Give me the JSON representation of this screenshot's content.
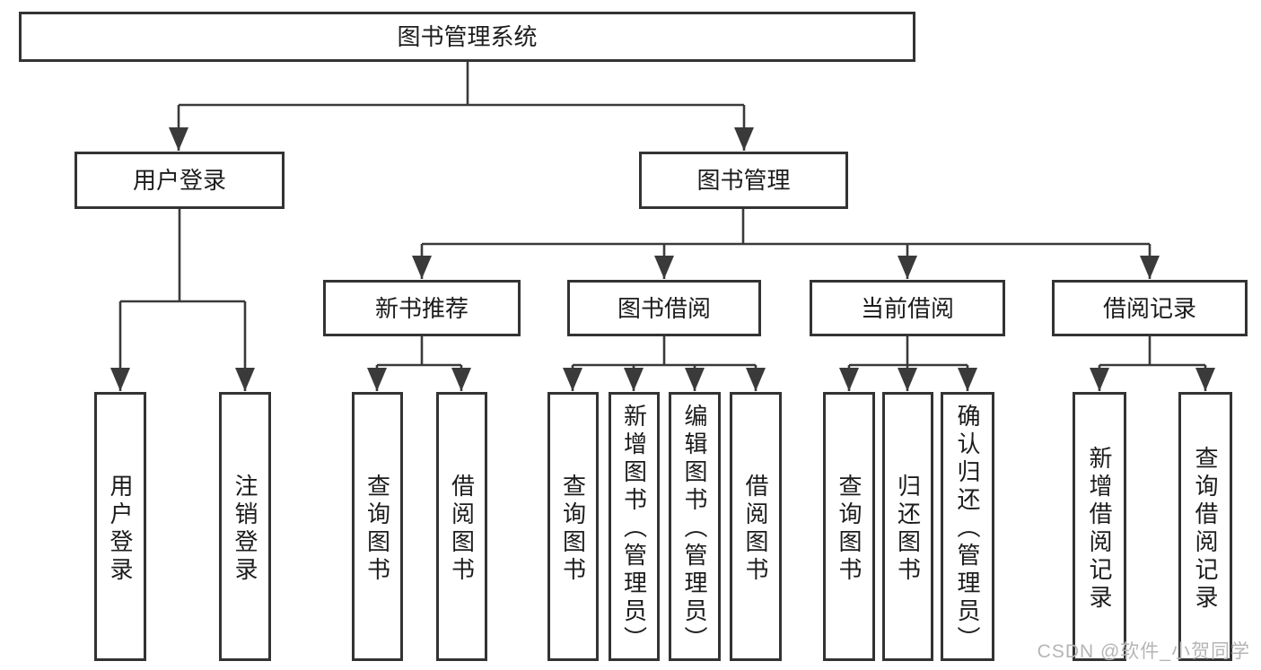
{
  "tree": {
    "root": {
      "label": "图书管理系统",
      "children": [
        {
          "label": "用户登录",
          "children": [
            {
              "label": "用户登录"
            },
            {
              "label": "注销登录"
            }
          ]
        },
        {
          "label": "图书管理",
          "children": [
            {
              "label": "新书推荐",
              "children": [
                {
                  "label": "查询图书"
                },
                {
                  "label": "借阅图书"
                }
              ]
            },
            {
              "label": "图书借阅",
              "children": [
                {
                  "label": "查询图书"
                },
                {
                  "label": "新增图书（管理员）"
                },
                {
                  "label": "编辑图书（管理员）"
                },
                {
                  "label": "借阅图书"
                }
              ]
            },
            {
              "label": "当前借阅",
              "children": [
                {
                  "label": "查询图书"
                },
                {
                  "label": "归还图书"
                },
                {
                  "label": "确认归还（管理员）"
                }
              ]
            },
            {
              "label": "借阅记录",
              "children": [
                {
                  "label": "新增借阅记录"
                },
                {
                  "label": "查询借阅记录"
                }
              ]
            }
          ]
        }
      ]
    }
  },
  "watermark": {
    "text": "CSDN @软件_小贺同学"
  },
  "colors": {
    "line": "#3a3a3a",
    "box_border": "#333333",
    "text": "#1c1c1c",
    "watermark": "#b5b5b5",
    "background": "#ffffff"
  }
}
